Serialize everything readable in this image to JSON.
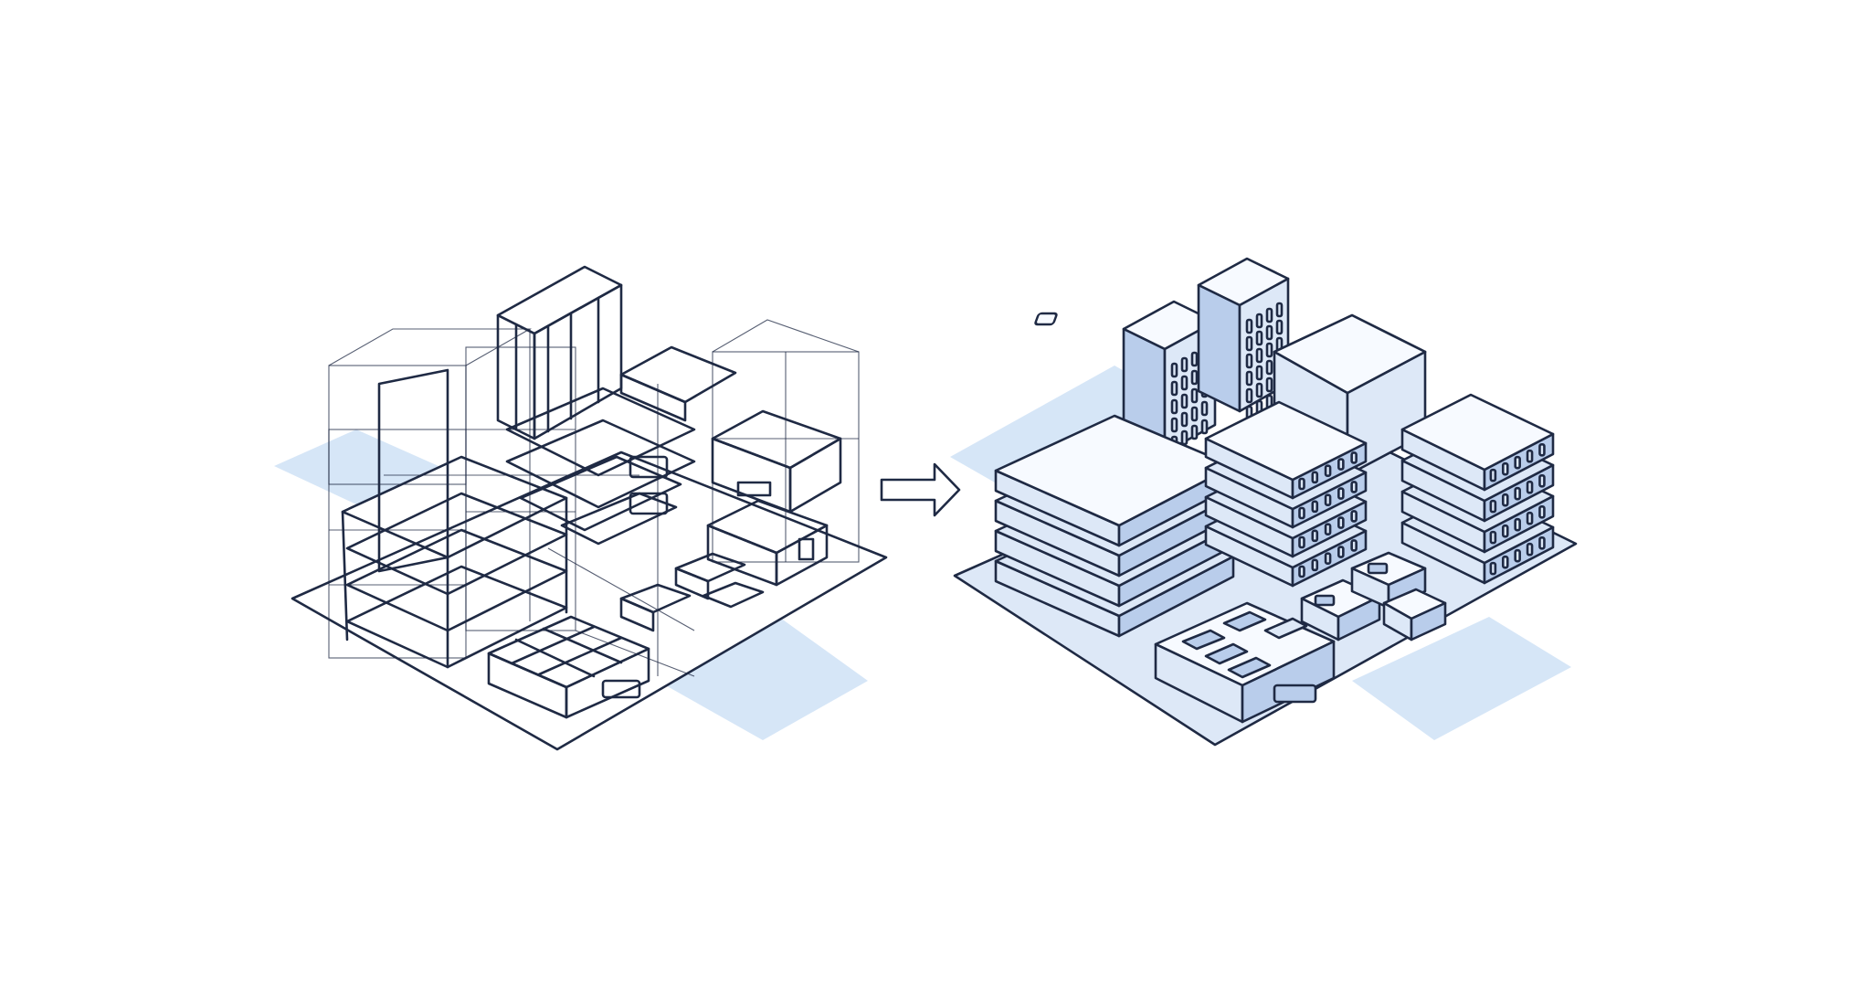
{
  "palette": {
    "line": "#1f2a44",
    "shadow": "#d6e6f7",
    "fill_light": "#dde8f7",
    "fill_mid": "#b9cdeb",
    "fill_top": "#f7faff",
    "paper": "#ffffff"
  },
  "panels": [
    {
      "id": "wireframe",
      "style": "outline"
    },
    {
      "id": "rendered",
      "style": "filled"
    }
  ],
  "connector": {
    "direction": "right",
    "icon": "arrow-right-icon"
  }
}
